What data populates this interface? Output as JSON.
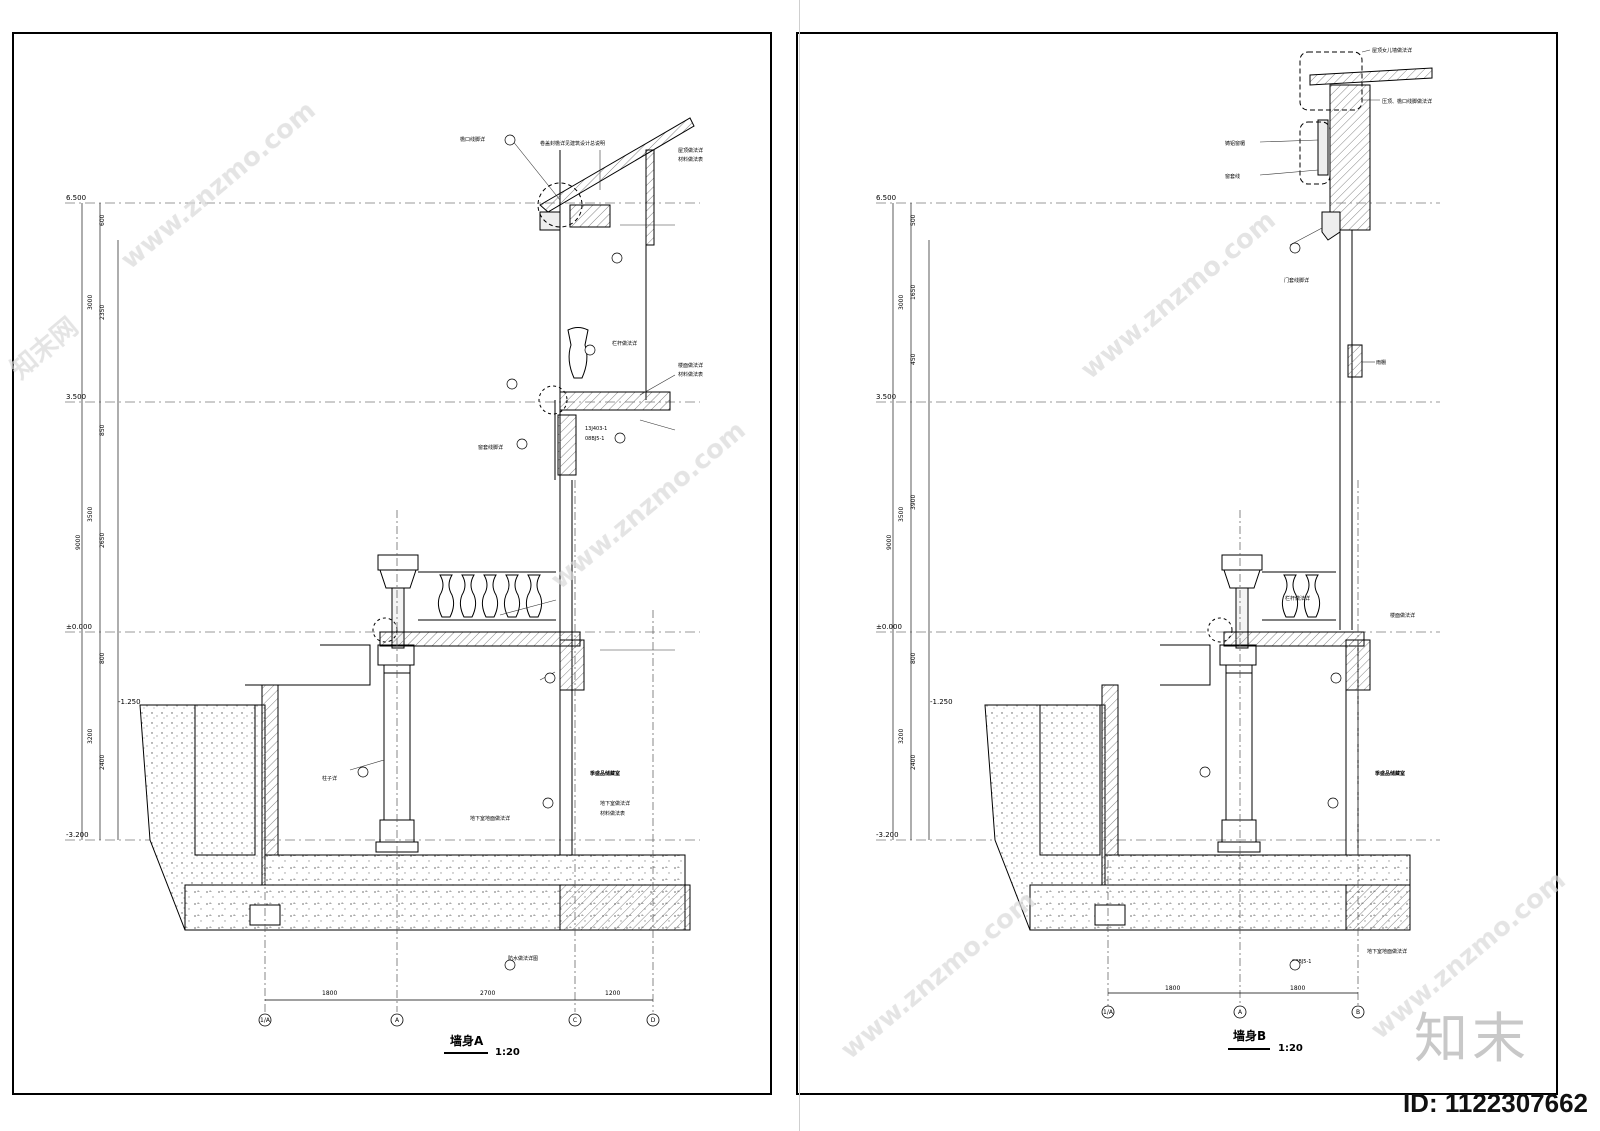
{
  "sheets": [
    {
      "title": "墙身A",
      "scale": "1:20",
      "axis_labels": [
        "1/A",
        "A",
        "C",
        "D"
      ],
      "axis_dims": [
        "1800",
        "2700",
        "1200"
      ],
      "levels": [
        "6.500",
        "3.500",
        "±0.000",
        "-1.250",
        "-3.200"
      ],
      "left_dims": [
        "600",
        "3000",
        "2350",
        "850",
        "9000",
        "3500",
        "2650",
        "800",
        "3200",
        "2400"
      ],
      "notes": [
        "卷盖封檐详见建筑设计总说明",
        "檐口线脚详",
        "屋顶做法详",
        "材料做法表",
        "栏杆做法详",
        "楼面做法详",
        "材料做法表",
        "窗套线脚详",
        "13J403-1",
        "08BJ5-1",
        "防水做法详图",
        "柱子详",
        "地下室做法详",
        "季盛品储藏室",
        "材料做法表",
        "地下室地面做法详"
      ]
    },
    {
      "title": "墙身B",
      "scale": "1:20",
      "axis_labels": [
        "1/A",
        "A",
        "B"
      ],
      "axis_dims": [
        "1800",
        "1800"
      ],
      "levels": [
        "6.500",
        "3.500",
        "±0.000",
        "-1.250",
        "-3.200"
      ],
      "left_dims": [
        "500",
        "3000",
        "1650",
        "450",
        "9000",
        "3500",
        "3900",
        "800",
        "3200",
        "2400"
      ],
      "notes": [
        "屋顶女儿墙做法详",
        "压顶、檐口线脚做法详",
        "铸铝窗楣",
        "窗套线",
        "门套线脚详",
        "雨棚",
        "栏杆做法详",
        "楼面做法详",
        "季盛品储藏室",
        "地下室地面做法详",
        "08BJ5-1"
      ]
    }
  ],
  "watermark": {
    "site": "www.znzmo.com",
    "brand": "知末网",
    "logo": "知末",
    "id_label": "ID: 1122307662"
  }
}
